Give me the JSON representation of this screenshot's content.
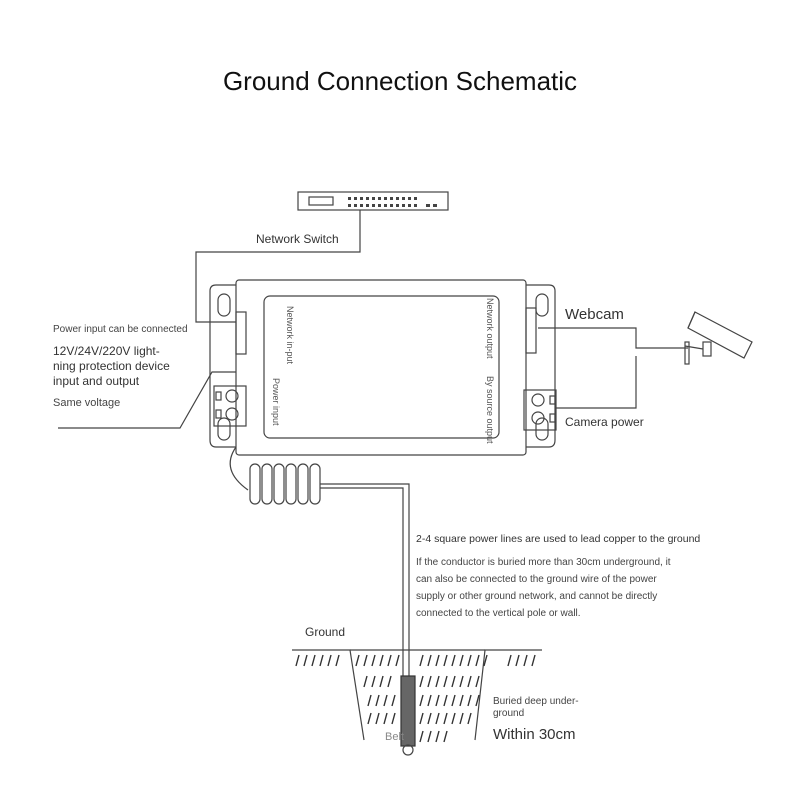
{
  "title": "Ground Connection Schematic",
  "labels": {
    "network_switch": "Network Switch",
    "webcam": "Webcam",
    "camera_power": "Camera power",
    "power_input_note": "Power input can be connected",
    "device_line1": "12V/24V/220V light-",
    "device_line2": "ning protection device",
    "device_line3": "input and output",
    "same_voltage": "Same voltage",
    "network_input": "Network in-put",
    "power_input": "Power input",
    "network_output": "Network output",
    "source_output": "By source output",
    "ground": "Ground",
    "buried_line1": "Buried deep under-",
    "buried_line2": "ground",
    "within": "Within 30cm",
    "belt": "Belt"
  },
  "notes": {
    "headline": "2-4 square power lines are used to lead copper to the ground",
    "line1": "If the conductor is buried more than 30cm underground, it",
    "line2": "can also be connected to the ground wire of the power",
    "line3": "supply or other ground network, and cannot be directly",
    "line4": "connected to the vertical pole or wall."
  }
}
